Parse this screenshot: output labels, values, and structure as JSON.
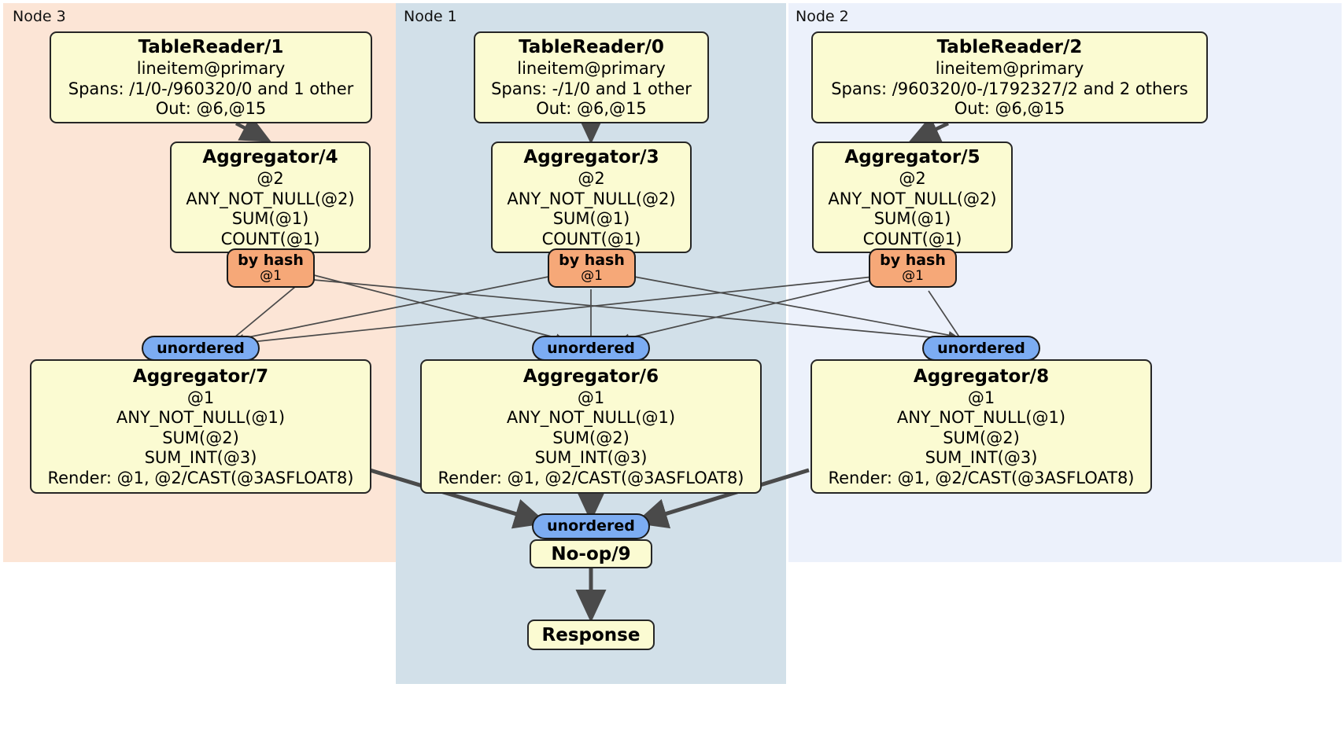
{
  "diagram": {
    "type": "distributed-query-plan",
    "colors": {
      "node3_panel": "#fce5d6",
      "node1_panel": "#d2e0e9",
      "node2_panel": "#ecf1fb",
      "processor_box": "#fbfbd2",
      "by_hash_badge": "#f6a878",
      "unordered_badge": "#7cacf2",
      "edge": "#4a4a4a",
      "border": "#262626"
    }
  },
  "panels": [
    {
      "id": "node3",
      "label": "Node 3"
    },
    {
      "id": "node1",
      "label": "Node 1"
    },
    {
      "id": "node2",
      "label": "Node 2"
    }
  ],
  "processors": {
    "table_reader_1": {
      "title": "TableReader/1",
      "lines": [
        "lineitem@primary",
        "Spans: /1/0-/960320/0 and 1 other",
        "Out: @6,@15"
      ]
    },
    "table_reader_0": {
      "title": "TableReader/0",
      "lines": [
        "lineitem@primary",
        "Spans: -/1/0 and 1 other",
        "Out: @6,@15"
      ]
    },
    "table_reader_2": {
      "title": "TableReader/2",
      "lines": [
        "lineitem@primary",
        "Spans: /960320/0-/1792327/2 and 2 others",
        "Out: @6,@15"
      ]
    },
    "aggregator_4": {
      "title": "Aggregator/4",
      "lines": [
        "@2",
        "ANY_NOT_NULL(@2)",
        "SUM(@1)",
        "COUNT(@1)"
      ]
    },
    "aggregator_3": {
      "title": "Aggregator/3",
      "lines": [
        "@2",
        "ANY_NOT_NULL(@2)",
        "SUM(@1)",
        "COUNT(@1)"
      ]
    },
    "aggregator_5": {
      "title": "Aggregator/5",
      "lines": [
        "@2",
        "ANY_NOT_NULL(@2)",
        "SUM(@1)",
        "COUNT(@1)"
      ]
    },
    "aggregator_7": {
      "title": "Aggregator/7",
      "lines": [
        "@1",
        "ANY_NOT_NULL(@1)",
        "SUM(@2)",
        "SUM_INT(@3)",
        "Render: @1, @2/CAST(@3ASFLOAT8)"
      ]
    },
    "aggregator_6": {
      "title": "Aggregator/6",
      "lines": [
        "@1",
        "ANY_NOT_NULL(@1)",
        "SUM(@2)",
        "SUM_INT(@3)",
        "Render: @1, @2/CAST(@3ASFLOAT8)"
      ]
    },
    "aggregator_8": {
      "title": "Aggregator/8",
      "lines": [
        "@1",
        "ANY_NOT_NULL(@1)",
        "SUM(@2)",
        "SUM_INT(@3)",
        "Render: @1, @2/CAST(@3ASFLOAT8)"
      ]
    },
    "noop_9": {
      "title": "No-op/9",
      "lines": []
    },
    "response": {
      "title": "Response",
      "lines": []
    }
  },
  "routers": {
    "by_hash_4": {
      "label": "by hash",
      "columns": "@1"
    },
    "by_hash_3": {
      "label": "by hash",
      "columns": "@1"
    },
    "by_hash_5": {
      "label": "by hash",
      "columns": "@1"
    }
  },
  "synchronizers": {
    "unordered_7": {
      "label": "unordered"
    },
    "unordered_6": {
      "label": "unordered"
    },
    "unordered_8": {
      "label": "unordered"
    },
    "unordered_final": {
      "label": "unordered"
    }
  }
}
